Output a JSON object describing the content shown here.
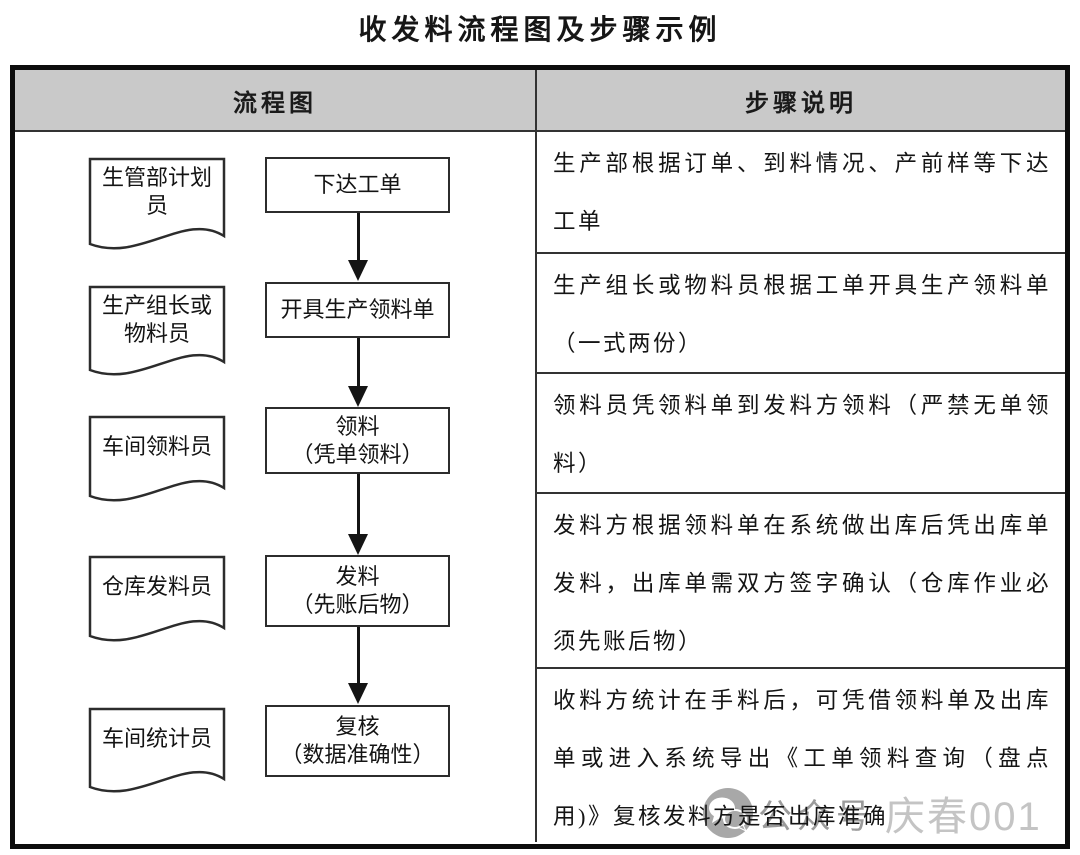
{
  "title": "收发料流程图及步骤示例",
  "table": {
    "headers": {
      "flowchart": "流程图",
      "steps": "步骤说明"
    }
  },
  "flowchart": {
    "rows": [
      {
        "role": "生管部计划\n员",
        "step": "下达工单"
      },
      {
        "role": "生产组长或\n物料员",
        "step": "开具生产领料单"
      },
      {
        "role": "车间领料员",
        "step": "领料\n（凭单领料）"
      },
      {
        "role": "仓库发料员",
        "step": "发料\n（先账后物）"
      },
      {
        "role": "车间统计员",
        "step": "复核\n（数据准确性）"
      }
    ]
  },
  "steps": [
    "生产部根据订单、到料情况、产前样等下达工单",
    "生产组长或物料员根据工单开具生产领料单（一式两份）",
    "领料员凭领料单到发料方领料（严禁无单领料）",
    "发料方根据领料单在系统做出库后凭出库单发料，出库单需双方签字确认（仓库作业必须先账后物）",
    "收料方统计在手料后，可凭借领料单及出库单或进入系统导出《工单领料查询（盘点用)》复核发料方是否出库准确"
  ],
  "watermark": {
    "icon": "wechat-icon",
    "label": "公众号",
    "account": "庆春001"
  },
  "colors": {
    "header_bg": "#c9c9c9",
    "border": "#0d0d0d",
    "inner_line": "#333333",
    "watermark_gray": "#9b9b9b",
    "watermark_light": "#c4c4c4"
  }
}
